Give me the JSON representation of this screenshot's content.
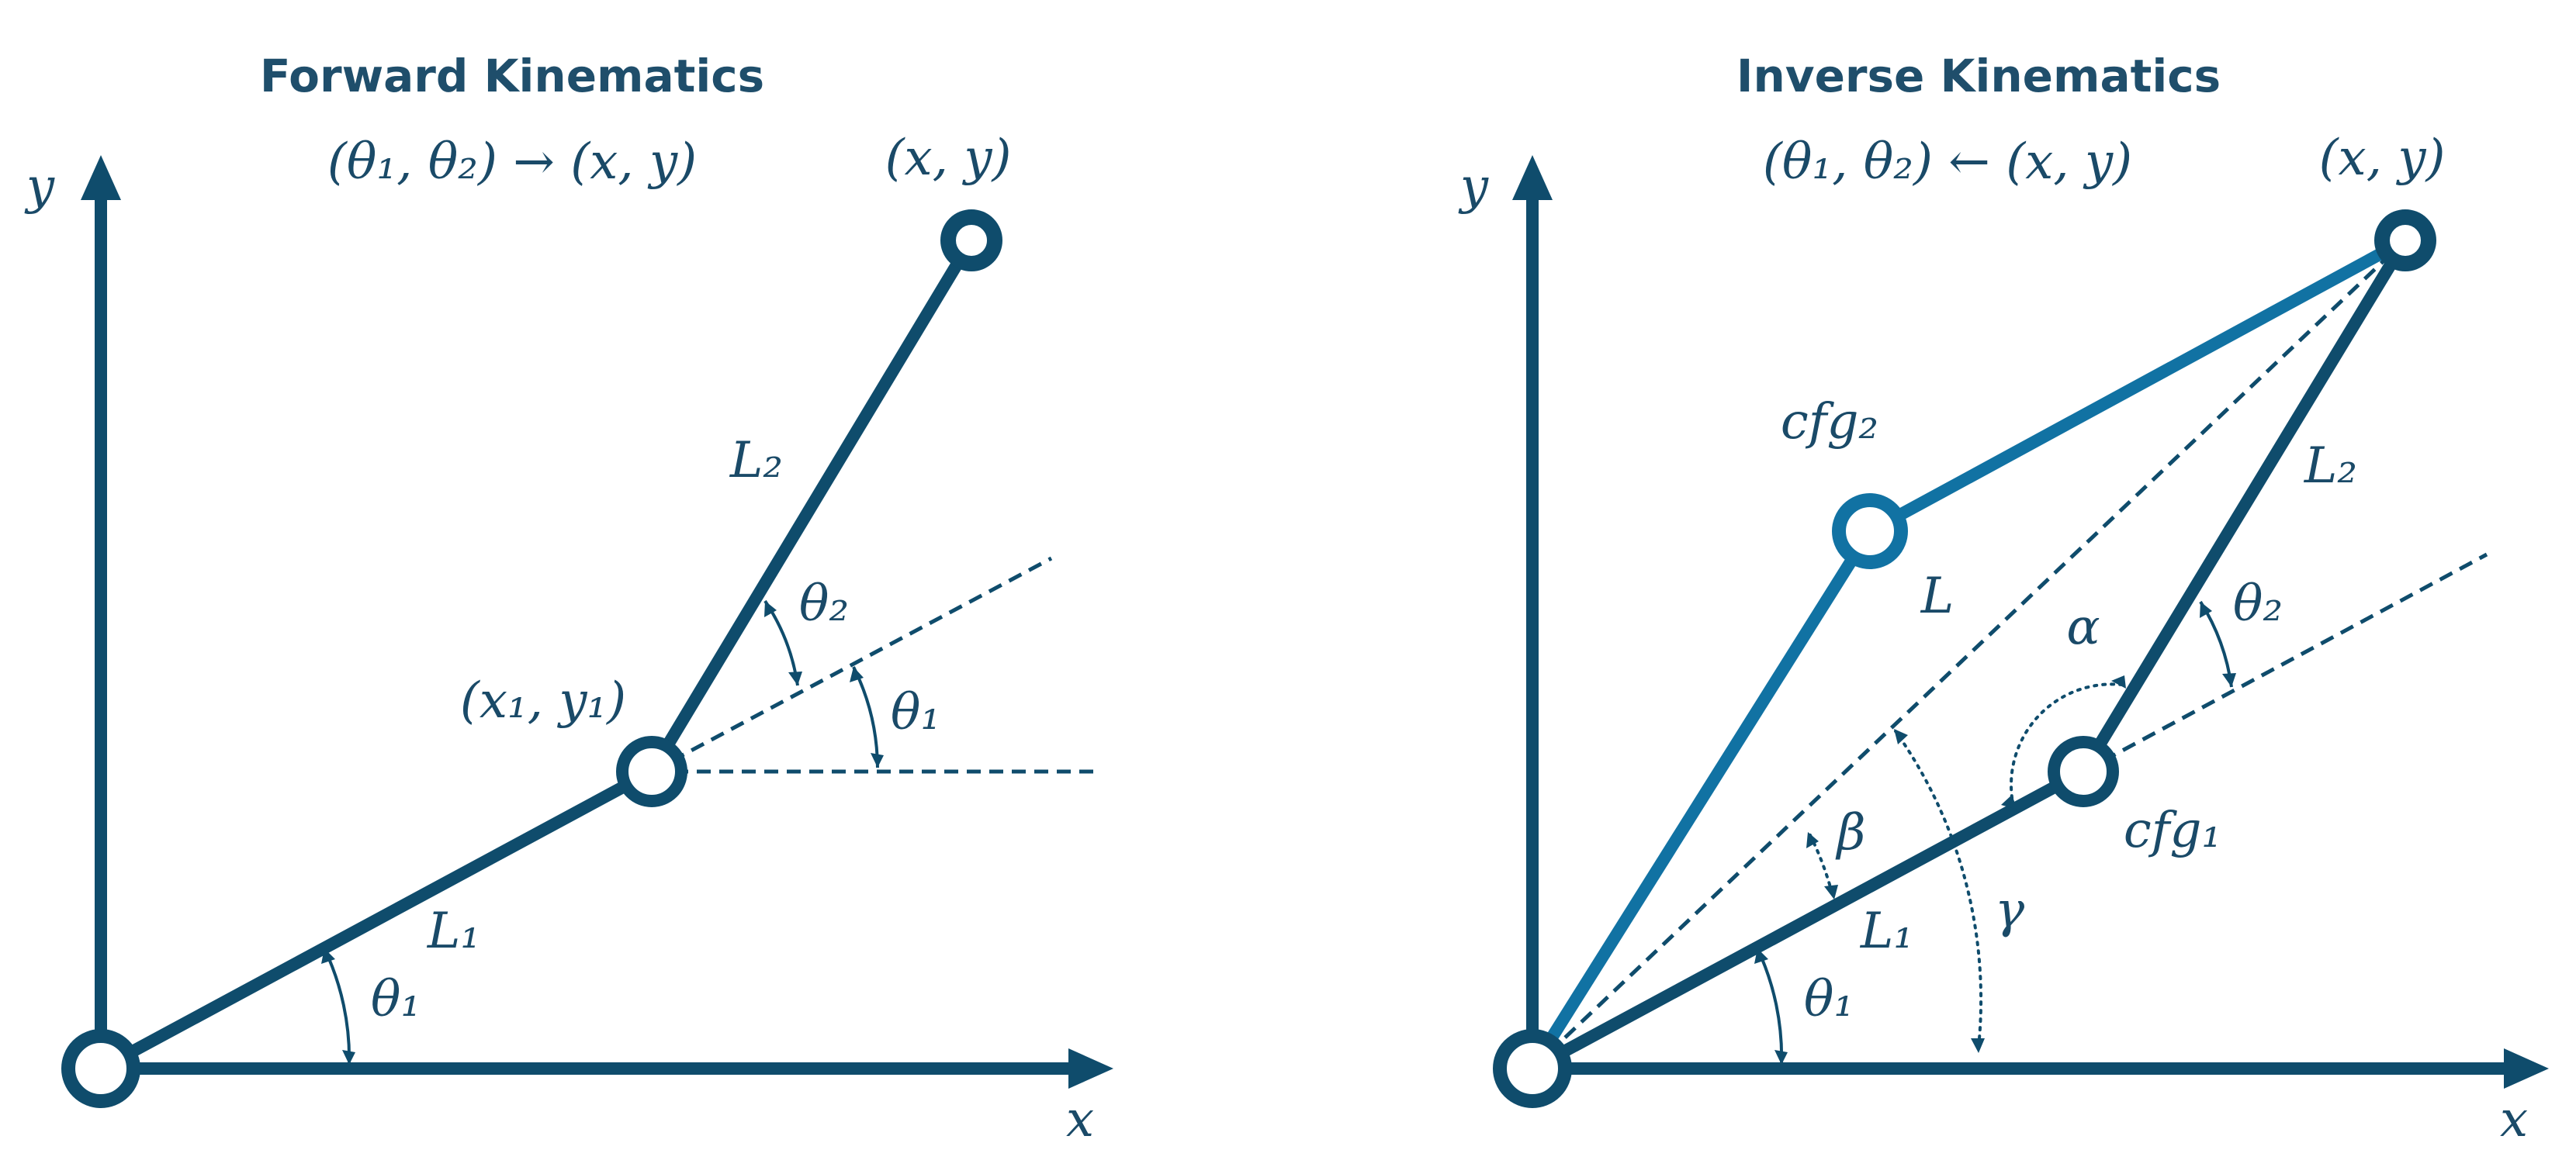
{
  "forward": {
    "title": "Forward Kinematics",
    "mapping": "(θ₁, θ₂) → (x, y)",
    "x_axis": "x",
    "y_axis": "y",
    "end_effector": "(x, y)",
    "elbow": "(x₁, y₁)",
    "link1": "L₁",
    "link2": "L₂",
    "theta1_base": "θ₁",
    "theta1_elbow": "θ₁",
    "theta2": "θ₂"
  },
  "inverse": {
    "title": "Inverse Kinematics",
    "mapping": "(θ₁, θ₂) ← (x, y)",
    "x_axis": "x",
    "y_axis": "y",
    "end_effector": "(x, y)",
    "cfg1": "cfg₁",
    "cfg2": "cfg₂",
    "link1": "L₁",
    "link2": "L₂",
    "diag": "L",
    "alpha": "α",
    "beta": "β",
    "gamma": "γ",
    "theta1": "θ₁",
    "theta2": "θ₂"
  },
  "colors": {
    "primary": "#0f4c6c",
    "alternate_config": "#1172a3",
    "title": "#1f4e6b"
  }
}
